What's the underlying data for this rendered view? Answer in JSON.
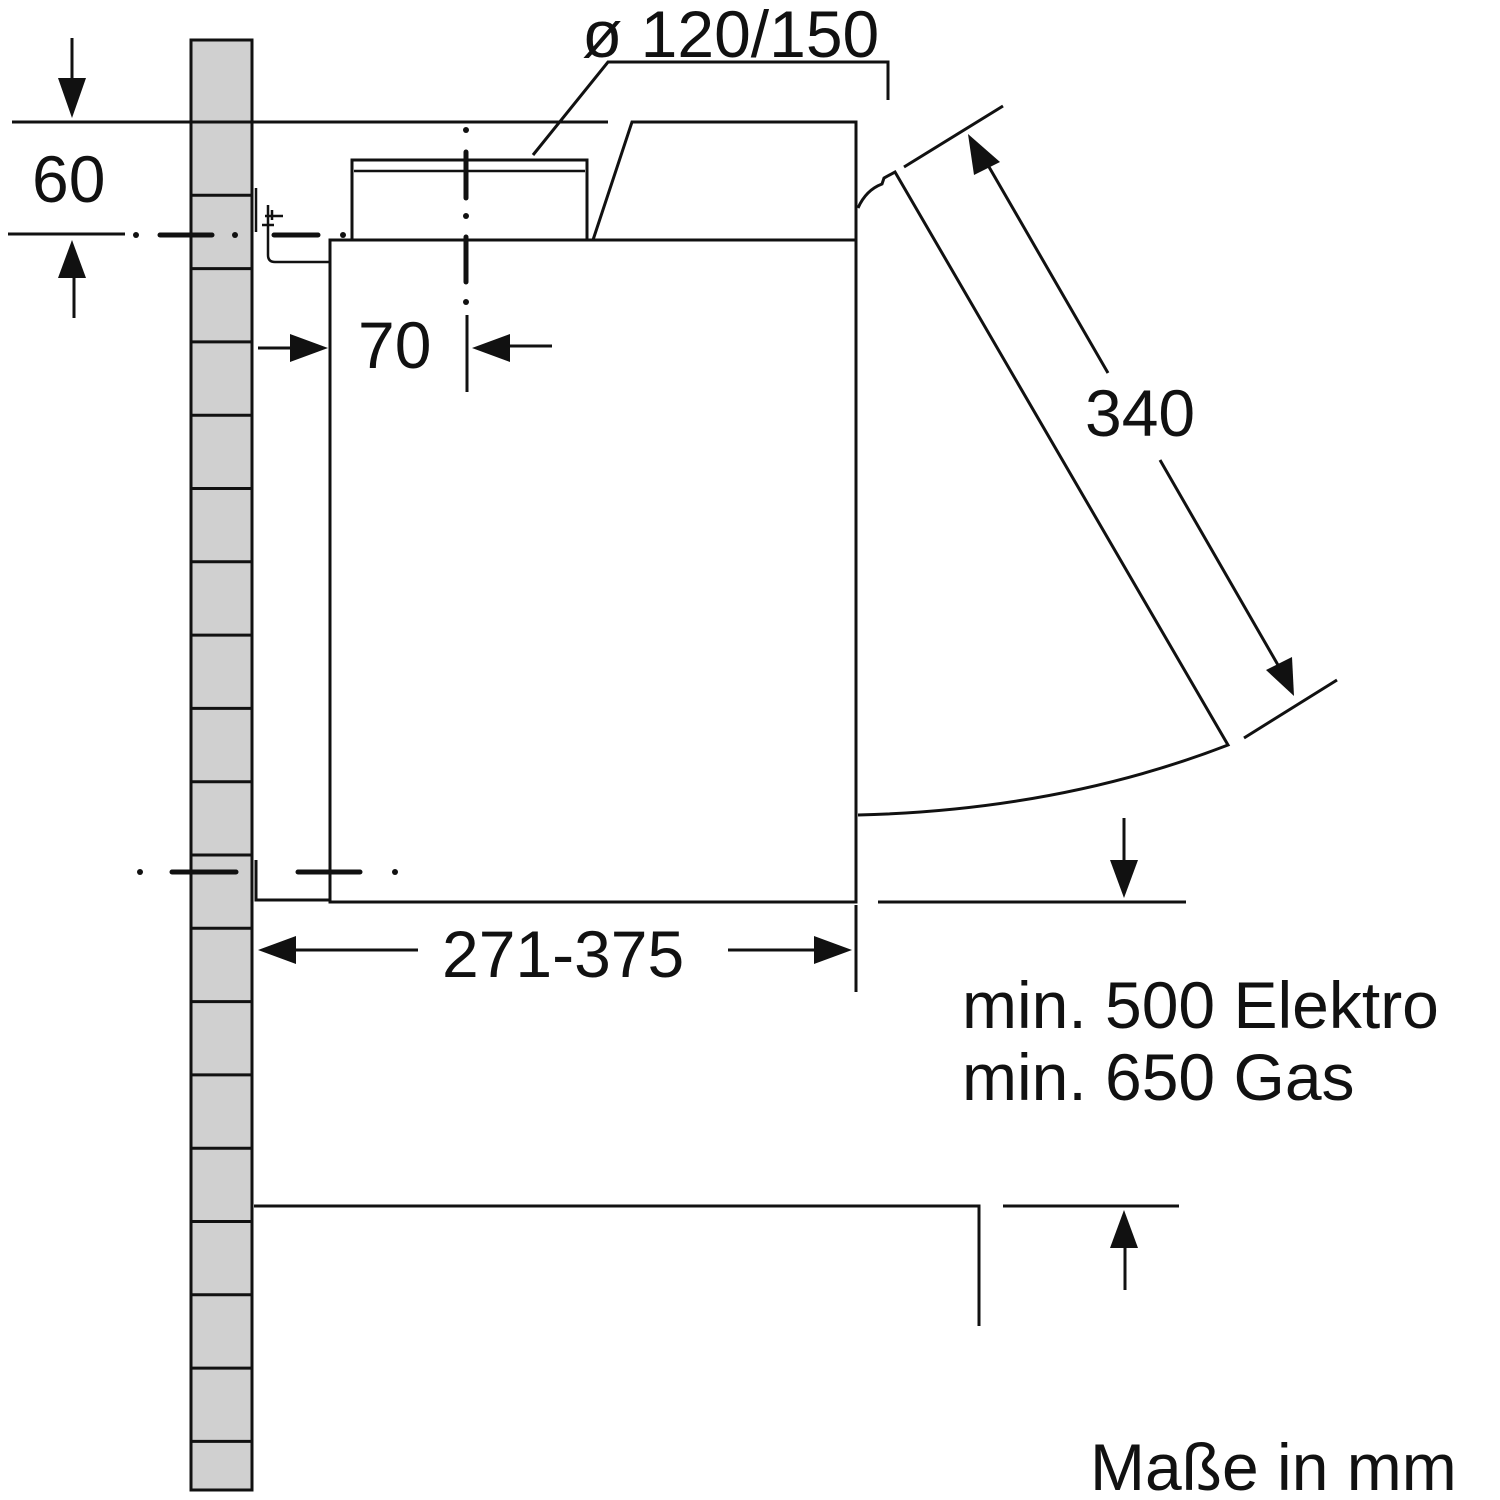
{
  "diagram": {
    "dimensions": {
      "duct_diameter": "ø 120/150",
      "top_offset": "60",
      "duct_offset": "70",
      "flap_length": "340",
      "depth_range": "271-375",
      "min_height_electric": "min. 500 Elektro",
      "min_height_gas": "min. 650 Gas"
    },
    "units_note": "Maße in mm",
    "colors": {
      "wall_fill": "#d0d0d0",
      "line": "#111111"
    }
  }
}
